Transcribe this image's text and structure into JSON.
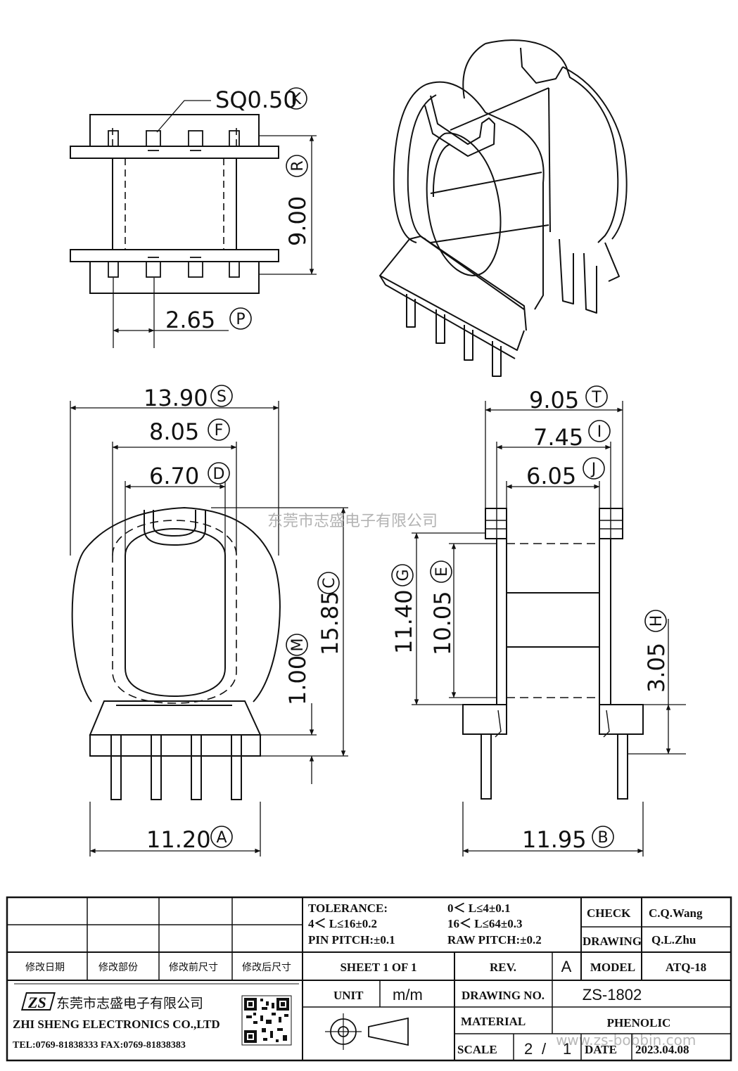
{
  "views": {
    "top": {
      "pin_label": "SQ0.50",
      "pin_tag": "K",
      "height_label": "9.00",
      "height_tag": "R",
      "pitch_label": "2.65",
      "pitch_tag": "P"
    },
    "front": {
      "width_label": "13.90",
      "width_tag": "S",
      "flange_label": "8.05",
      "flange_tag": "F",
      "core_label": "6.70",
      "core_tag": "D",
      "height_label": "15.85",
      "height_tag": "C",
      "wall_label": "1.00",
      "wall_tag": "M",
      "base_label": "11.20",
      "base_tag": "A"
    },
    "side": {
      "width_label": "9.05",
      "width_tag": "T",
      "inner_label": "7.45",
      "inner_tag": "I",
      "core_label": "6.05",
      "core_tag": "J",
      "winding_label": "11.40",
      "winding_tag": "G",
      "core_h_label": "10.05",
      "core_h_tag": "E",
      "pin_h_label": "3.05",
      "pin_h_tag": "H",
      "base_label": "11.95",
      "base_tag": "B"
    }
  },
  "watermark": {
    "company": "东莞市志盛电子有限公司",
    "url": "www.zs-bobbin.com"
  },
  "title_block": {
    "tolerance_title": "TOLERANCE:",
    "tol_1": "0＜ L≤4±0.1",
    "tol_2": "4＜ L≤16±0.2",
    "tol_3": "16＜ L≤64±0.3",
    "pin_pitch": "PIN PITCH:±0.1",
    "raw_pitch": "RAW PITCH:±0.2",
    "check_label": "CHECK",
    "check_value": "C.Q.Wang",
    "drawing_label": "DRAWING",
    "drawing_value": "Q.L.Zhu",
    "rev_headers": [
      "修改日期",
      "修改部份",
      "修改前尺寸",
      "修改后尺寸"
    ],
    "sheet": "SHEET 1 OF 1",
    "rev_label": "REV.",
    "rev_value": "A",
    "model_label": "MODEL",
    "model_value": "ATQ-18",
    "company_cn": "东莞市志盛电子有限公司",
    "company_en": "ZHI SHENG ELECTRONICS CO.,LTD",
    "contact": "TEL:0769-81838333 FAX:0769-81838383",
    "logo": "ZS",
    "unit_label": "UNIT",
    "unit_value": "m/m",
    "drawing_no_label": "DRAWING NO.",
    "drawing_no_value": "ZS-1802",
    "material_label": "MATERIAL",
    "material_value": "PHENOLIC",
    "scale_label": "SCALE",
    "scale_num": "2",
    "scale_sep": "/",
    "scale_den": "1",
    "date_label": "DATE",
    "date_value": "2023.04.08"
  }
}
